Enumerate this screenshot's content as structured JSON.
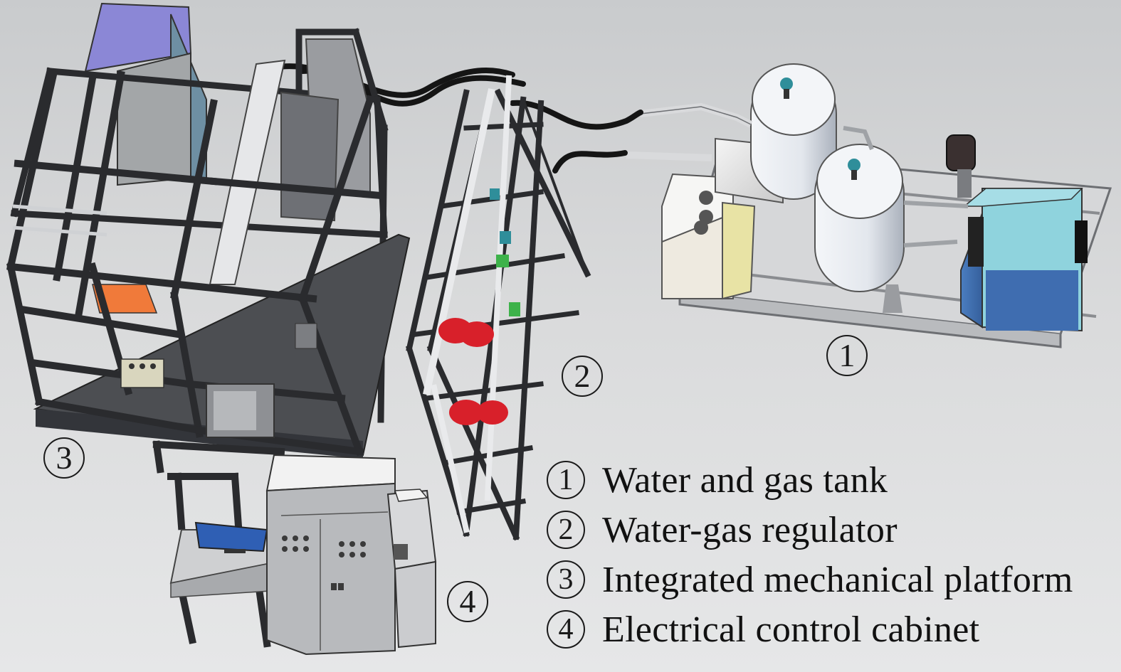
{
  "callouts": {
    "tank": "1",
    "regulator": "2",
    "platform": "3",
    "cabinet": "4"
  },
  "legend": [
    {
      "num": "1",
      "label": "Water and gas tank"
    },
    {
      "num": "2",
      "label": "Water-gas regulator"
    },
    {
      "num": "3",
      "label": "Integrated mechanical platform"
    },
    {
      "num": "4",
      "label": "Electrical control cabinet"
    }
  ],
  "colors": {
    "frame": "#2a2b2e",
    "cabinet_top": "#8b87d6",
    "tank_body": "#e9ecf1",
    "monitor": "#2f5fb4",
    "unit_blue": "#8fd3dd",
    "valve_red": "#d8202a",
    "hose": "#151515",
    "plate_orange": "#f07a3a"
  }
}
